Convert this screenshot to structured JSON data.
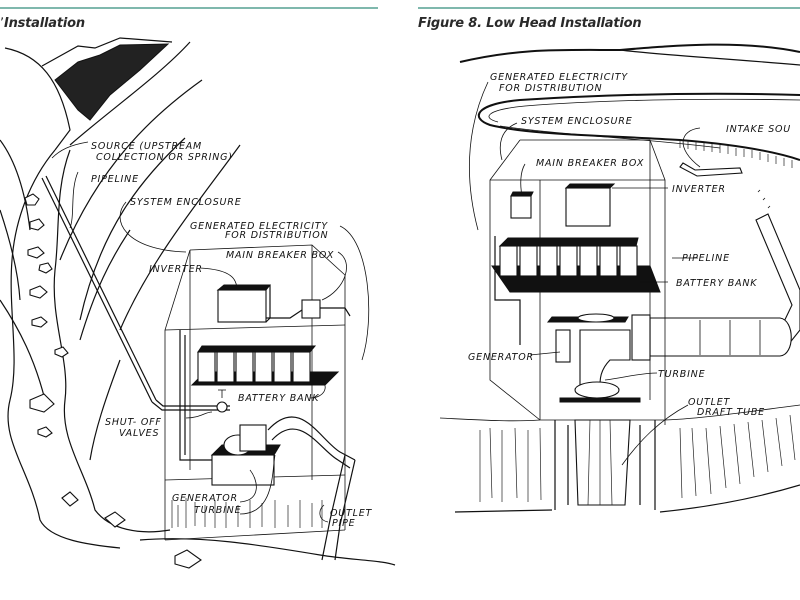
{
  "figures": [
    {
      "caption": "Installation",
      "caption_visible_prefix": "",
      "labels": {
        "source_line1": "SOURCE (UPSTREAM",
        "source_line2": "COLLECTION OR SPRING)",
        "pipeline": "PIPELINE",
        "system_enclosure": "SYSTEM ENCLOSURE",
        "generated_line1": "GENERATED ELECTRICITY",
        "generated_line2": "FOR DISTRIBUTION",
        "main_breaker_box": "MAIN BREAKER BOX",
        "inverter": "INVERTER",
        "battery_bank": "BATTERY BANK",
        "shutoff_line1": "SHUT- OFF",
        "shutoff_line2": "VALVES",
        "generator": "GENERATOR",
        "turbine": "TURBINE",
        "outlet_line1": "OUTLET",
        "outlet_line2": "PIPE"
      }
    },
    {
      "caption": "Figure 8. Low Head Installation",
      "labels": {
        "generated_line1": "GENERATED ELECTRICITY",
        "generated_line2": "FOR DISTRIBUTION",
        "system_enclosure": "SYSTEM ENCLOSURE",
        "intake_source": "INTAKE SOU",
        "main_breaker_box": "MAIN BREAKER BOX",
        "inverter": "INVERTER",
        "pipeline": "PIPELINE",
        "battery_bank": "BATTERY BANK",
        "generator": "GENERATOR",
        "turbine": "TURBINE",
        "outlet_line1": "OUTLET",
        "outlet_line2": "DRAFT TUBE"
      }
    }
  ],
  "colors": {
    "rule": "#7fb8ad",
    "caption_text": "#2a2a2a",
    "ink": "#111111"
  }
}
